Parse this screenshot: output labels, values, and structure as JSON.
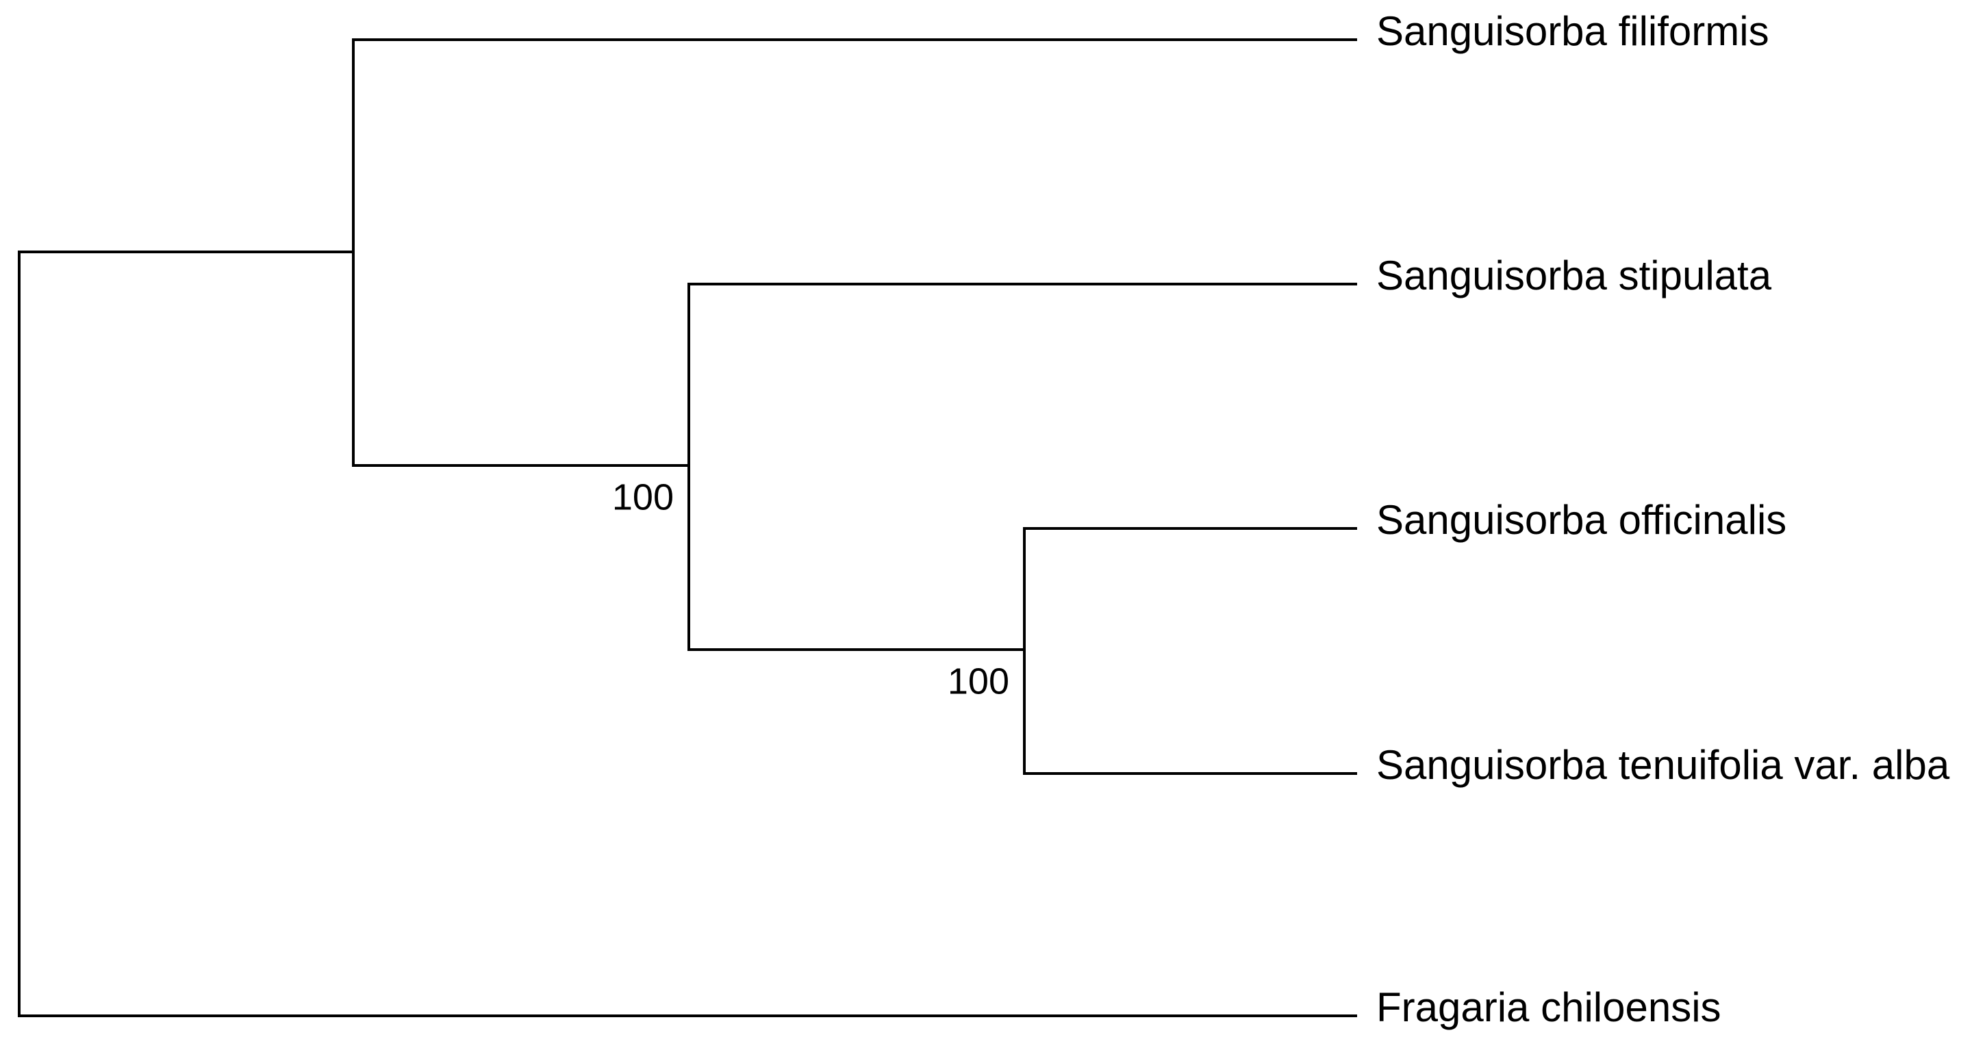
{
  "tree": {
    "taxa": [
      "Sanguisorba filiformis",
      "Sanguisorba stipulata",
      "Sanguisorba officinalis",
      "Sanguisorba tenuifolia var. alba",
      "Fragaria chiloensis"
    ],
    "support_values": [
      "100",
      "100"
    ]
  }
}
